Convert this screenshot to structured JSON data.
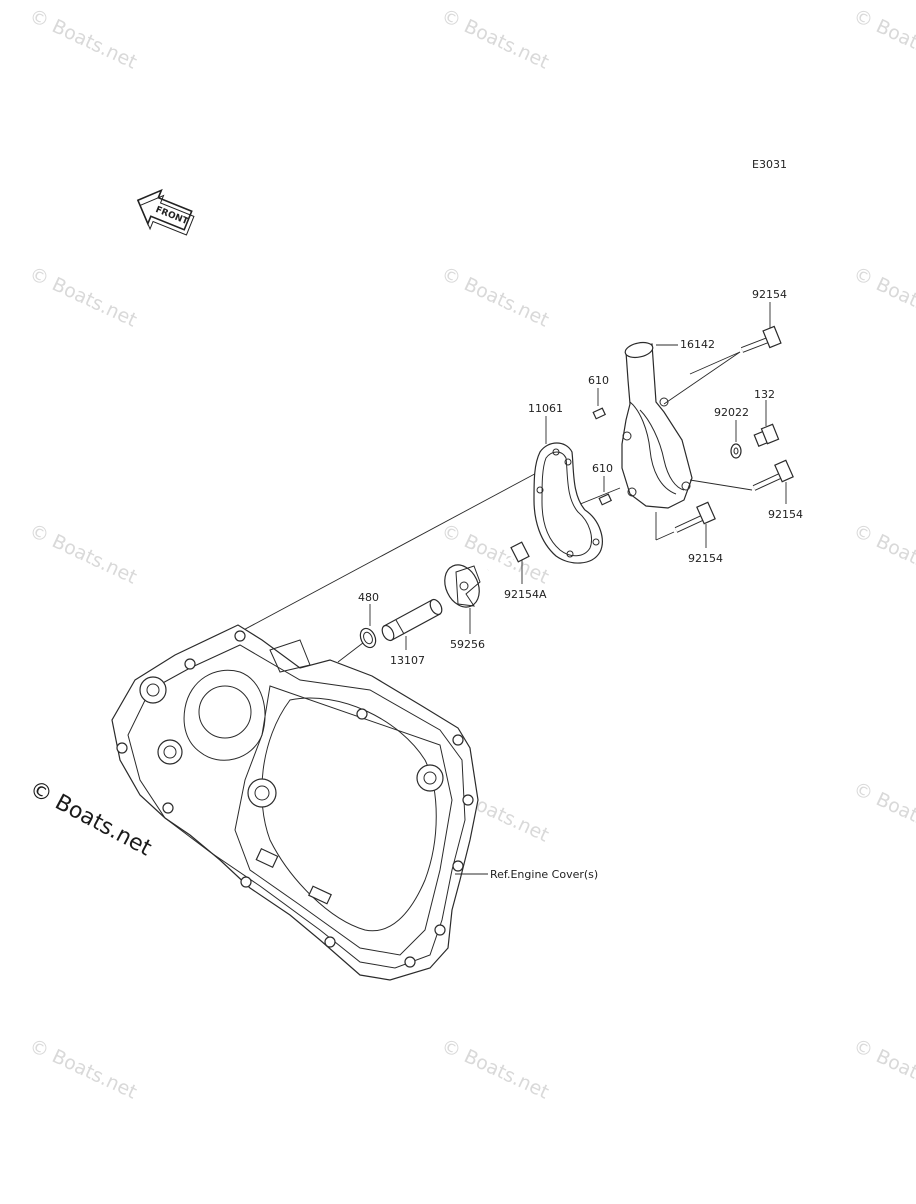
{
  "diagram": {
    "code": "E3031",
    "front_label": "FRONT",
    "reference_label": "Ref.Engine Cover(s)"
  },
  "parts": [
    {
      "id": "p92154_top",
      "number": "92154"
    },
    {
      "id": "p16142",
      "number": "16142"
    },
    {
      "id": "p610_a",
      "number": "610"
    },
    {
      "id": "p11061",
      "number": "11061"
    },
    {
      "id": "p132",
      "number": "132"
    },
    {
      "id": "p92022",
      "number": "92022"
    },
    {
      "id": "p610_b",
      "number": "610"
    },
    {
      "id": "p92154_right",
      "number": "92154"
    },
    {
      "id": "p92154_bottom",
      "number": "92154"
    },
    {
      "id": "p92154A",
      "number": "92154A"
    },
    {
      "id": "p480",
      "number": "480"
    },
    {
      "id": "p59256",
      "number": "59256"
    },
    {
      "id": "p13107",
      "number": "13107"
    }
  ],
  "watermarks": {
    "light": "© Boats.net",
    "dark": "© Boats.net"
  }
}
